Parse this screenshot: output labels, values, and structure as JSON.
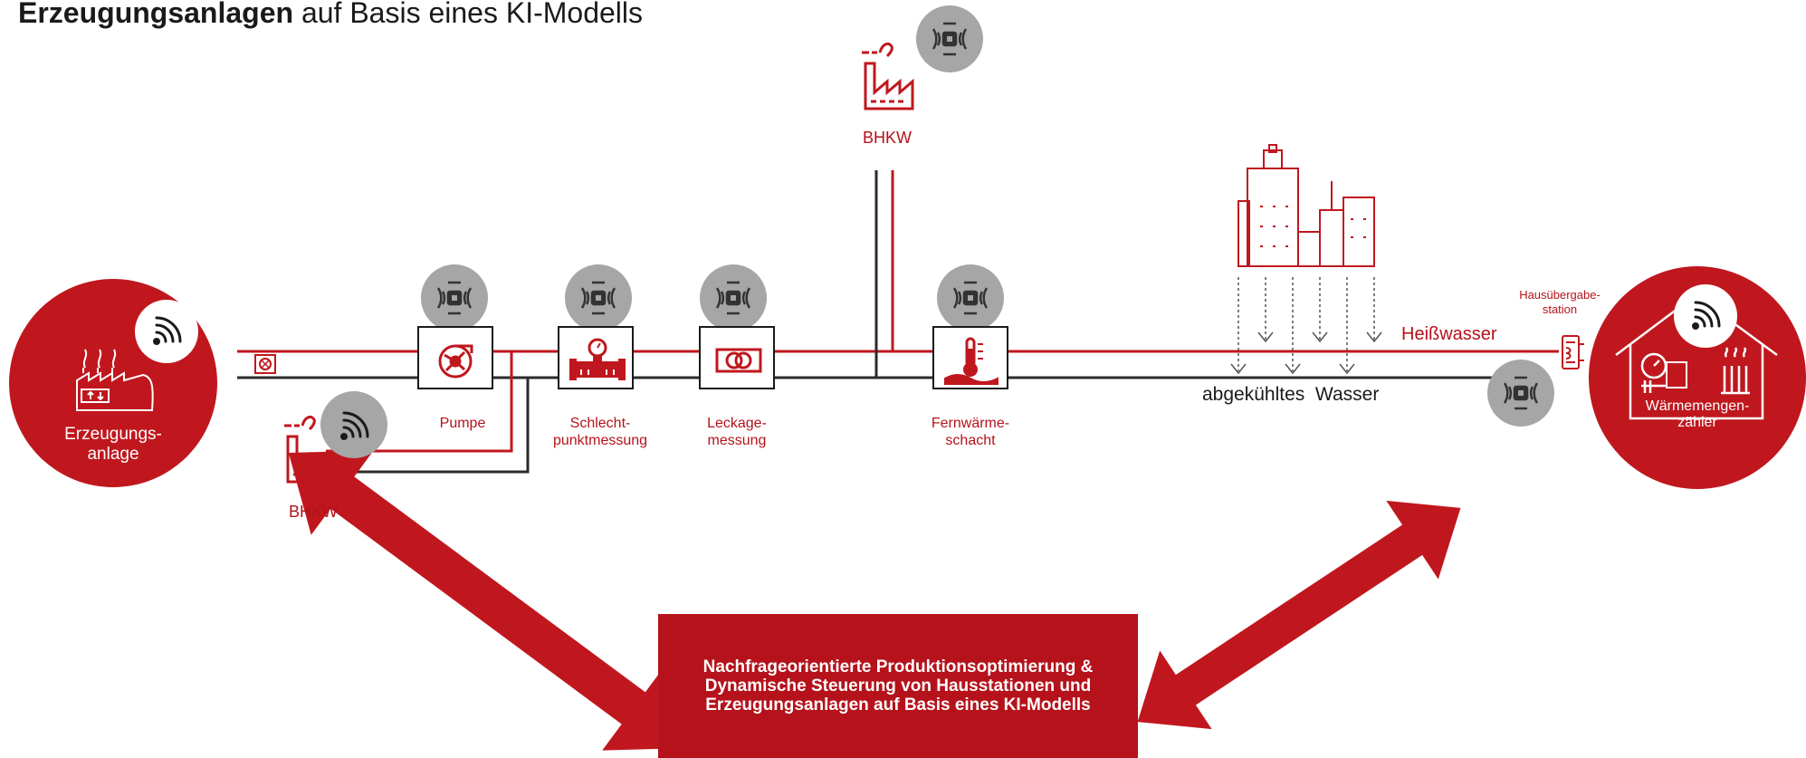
{
  "title": {
    "bold": "Erzeugungsanlagen",
    "rest": " auf Basis eines KI-Modells"
  },
  "left_circle": {
    "label_line1": "Erzeugungs-",
    "label_line2": "anlage"
  },
  "right_circle": {
    "label_line1": "Wärmemengen-",
    "label_line2": "zähler"
  },
  "bhkw_top": "BHKW",
  "bhkw_left": "BHKW",
  "nodes": {
    "pumpe": "Pumpe",
    "schlecht_1": "Schlecht-",
    "schlecht_2": "punktmessung",
    "leckage_1": "Leckage-",
    "leckage_2": "messung",
    "fernwaerme_1": "Fernwärme-",
    "fernwaerme_2": "schacht"
  },
  "hot_water": "Heißwasser",
  "cooled_water": "abgekühltes  Wasser",
  "house_station_1": "Hausübergabe-",
  "house_station_2": "station",
  "banner": "Nachfrageorientierte Produktionsoptimierung  & Dynamische Steuerung von Hausstationen  und Erzeugungsanlagen  auf Basis eines KI-Modells",
  "colors": {
    "accent": "#c0171e",
    "pipe_dark": "#2b2b2b",
    "sensor": "#a6a6a6"
  }
}
